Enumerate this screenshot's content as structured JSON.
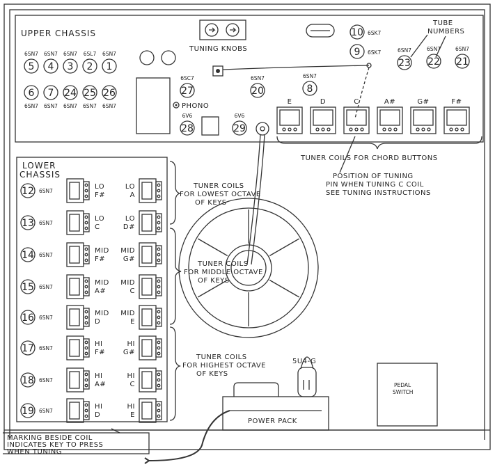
{
  "upper_chassis": {
    "title": "UPPER CHASSIS",
    "tuning_knobs_label": "TUNING KNOBS",
    "tube_numbers_label": [
      "TUBE",
      "NUMBERS"
    ],
    "phono_label": "PHONO",
    "tubes": [
      {
        "num": "5",
        "type": "6SN7"
      },
      {
        "num": "4",
        "type": "6SN7"
      },
      {
        "num": "3",
        "type": "6SN7"
      },
      {
        "num": "2",
        "type": "6SL7"
      },
      {
        "num": "1",
        "type": "6SN7"
      },
      {
        "num": "6",
        "type": "6SN7"
      },
      {
        "num": "7",
        "type": "6SN7"
      },
      {
        "num": "24",
        "type": "6SN7"
      },
      {
        "num": "25",
        "type": "6SN7"
      },
      {
        "num": "26",
        "type": "6SN7"
      },
      {
        "num": "27",
        "type": "6SC7"
      },
      {
        "num": "20",
        "type": "6SN7"
      },
      {
        "num": "8",
        "type": "6SN7"
      },
      {
        "num": "28",
        "type": "6V6"
      },
      {
        "num": "29",
        "type": "6V6"
      },
      {
        "num": "10",
        "type": "6SK7"
      },
      {
        "num": "9",
        "type": "6SK7"
      },
      {
        "num": "23",
        "type": "6SN7"
      },
      {
        "num": "22",
        "type": "6SN7"
      },
      {
        "num": "21",
        "type": "6SN7"
      }
    ],
    "chord_coils": [
      "E",
      "D",
      "C",
      "A#",
      "G#",
      "F#"
    ],
    "chord_coils_label": "TUNER COILS FOR CHORD BUTTONS",
    "tuning_pin_note": [
      "POSITION OF TUNING",
      "PIN WHEN TUNING C COIL",
      "SEE TUNING INSTRUCTIONS"
    ]
  },
  "lower_chassis": {
    "title": [
      "LOWER",
      "CHASSIS"
    ],
    "rows": [
      {
        "num": "12",
        "type": "6SN7",
        "left": [
          "LO",
          "F#"
        ],
        "right": [
          "LO",
          "A"
        ]
      },
      {
        "num": "13",
        "type": "6SN7",
        "left": [
          "LO",
          "C"
        ],
        "right": [
          "LO",
          "D#"
        ]
      },
      {
        "num": "14",
        "type": "6SN7",
        "left": [
          "MID",
          "F#"
        ],
        "right": [
          "MID",
          "G#"
        ]
      },
      {
        "num": "15",
        "type": "6SN7",
        "left": [
          "MID",
          "A#"
        ],
        "right": [
          "MID",
          "C"
        ]
      },
      {
        "num": "16",
        "type": "6SN7",
        "left": [
          "MID",
          "D"
        ],
        "right": [
          "MID",
          "E"
        ]
      },
      {
        "num": "17",
        "type": "6SN7",
        "left": [
          "HI",
          "F#"
        ],
        "right": [
          "HI",
          "G#"
        ]
      },
      {
        "num": "18",
        "type": "6SN7",
        "left": [
          "HI",
          "A#"
        ],
        "right": [
          "HI",
          "C"
        ]
      },
      {
        "num": "19",
        "type": "6SN7",
        "left": [
          "HI",
          "D"
        ],
        "right": [
          "HI",
          "E"
        ]
      }
    ],
    "groups": [
      [
        "TUNER COILS",
        "FOR LOWEST OCTAVE",
        "OF KEYS"
      ],
      [
        "TUNER COILS",
        "FOR MIDDLE OCTAVE",
        "OF KEYS"
      ],
      [
        "TUNER COILS",
        "FOR HIGHEST OCTAVE",
        "OF KEYS"
      ]
    ]
  },
  "power_pack": {
    "label": "POWER PACK",
    "tube": "5U4-G"
  },
  "pedal_switch": [
    "PEDAL",
    "SWITCH"
  ],
  "marking_note": [
    "MARKING BESIDE COIL",
    "INDICATES KEY TO PRESS",
    "WHEN TUNING"
  ]
}
